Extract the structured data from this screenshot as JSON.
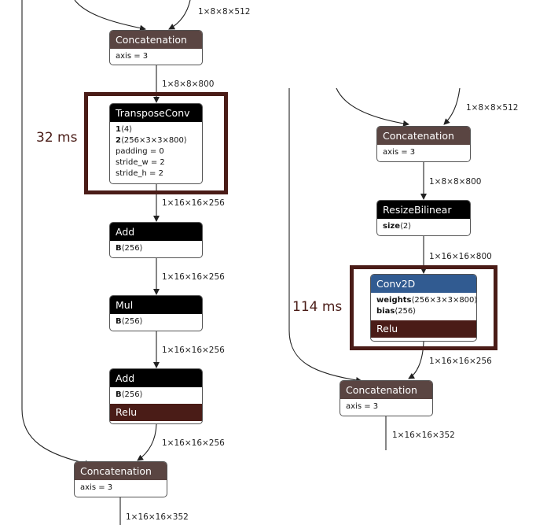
{
  "left_graph": {
    "timing": "32 ms",
    "concat_top": {
      "title": "Concatenation",
      "attr": "axis = 3"
    },
    "transpose_conv": {
      "title": "TransposeConv",
      "rows": [
        {
          "key": "1",
          "val": "⟨4⟩"
        },
        {
          "key": "2",
          "val": "⟨256×3×3×800⟩"
        },
        {
          "key": "",
          "val": "padding = 0"
        },
        {
          "key": "",
          "val": "stride_w = 2"
        },
        {
          "key": "",
          "val": "stride_h = 2"
        }
      ]
    },
    "add1": {
      "title": "Add",
      "key": "B",
      "val": "⟨256⟩"
    },
    "mul": {
      "title": "Mul",
      "key": "B",
      "val": "⟨256⟩"
    },
    "add2": {
      "title": "Add",
      "key": "B",
      "val": "⟨256⟩",
      "activation": "Relu"
    },
    "concat_bottom": {
      "title": "Concatenation",
      "attr": "axis = 3"
    },
    "edge_labels": {
      "e0": "1×8×8×512",
      "e1": "1×8×8×800",
      "e2": "1×16×16×256",
      "e3": "1×16×16×256",
      "e4": "1×16×16×256",
      "e5": "1×16×16×256",
      "e6": "1×16×16×352"
    }
  },
  "right_graph": {
    "timing": "114 ms",
    "concat_top": {
      "title": "Concatenation",
      "attr": "axis = 3"
    },
    "resize": {
      "title": "ResizeBilinear",
      "key": "size",
      "val": "⟨2⟩"
    },
    "conv2d": {
      "title": "Conv2D",
      "rows": [
        {
          "key": "weights",
          "val": "⟨256×3×3×800⟩"
        },
        {
          "key": "bias",
          "val": "⟨256⟩"
        }
      ],
      "activation": "Relu"
    },
    "concat_bottom": {
      "title": "Concatenation",
      "attr": "axis = 3"
    },
    "edge_labels": {
      "e0": "1×8×8×512",
      "e1": "1×8×8×800",
      "e2": "1×16×16×800",
      "e3": "1×16×16×256",
      "e4": "1×16×16×352"
    }
  },
  "colors": {
    "concat_header": "#5a4542",
    "op_header": "#000000",
    "conv_header": "#315b91",
    "activation": "#4a1c17",
    "highlight": "#4a1c17"
  }
}
